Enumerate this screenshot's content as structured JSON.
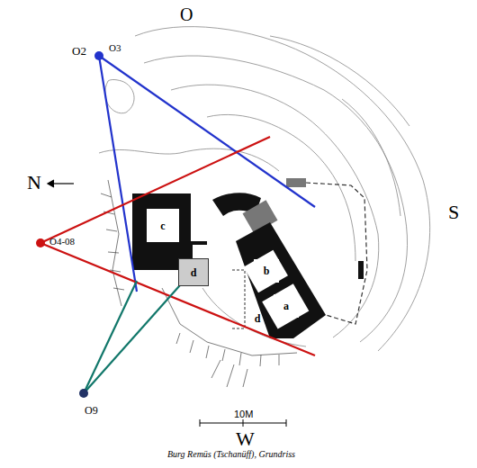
{
  "diagram": {
    "caption": "Burg Remüs (Tschanüff), Grundriss",
    "nodes": [
      {
        "text": [
          "c"
        ]
      },
      {
        "text": [
          "d"
        ]
      },
      {
        "text": [
          "b"
        ]
      },
      {
        "text": [
          "a"
        ]
      },
      {
        "text": [
          "d"
        ]
      }
    ],
    "labels": [
      "O2",
      "O3",
      "O4-08",
      "O9",
      "O",
      "N",
      "S",
      "W",
      "10M"
    ]
  }
}
